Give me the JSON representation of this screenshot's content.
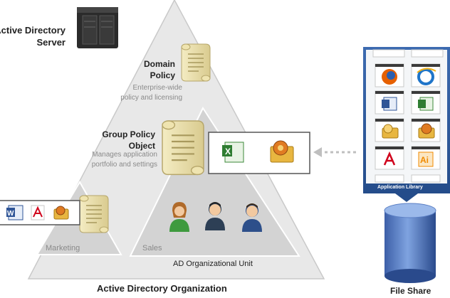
{
  "server": {
    "title_line1": "Active Directory",
    "title_line2": "Server",
    "icon": "server-tower-icon"
  },
  "domain_policy": {
    "title_line1": "Domain",
    "title_line2": "Policy",
    "desc_line1": "Enterprise-wide",
    "desc_line2": "policy and licensing",
    "icon": "scroll-icon"
  },
  "group_policy": {
    "title_line1": "Group Policy",
    "title_line2": "Object",
    "desc_line1": "Manages application",
    "desc_line2": "portfolio and settings",
    "apps": [
      "excel-icon",
      "gear-folder-icon"
    ]
  },
  "marketing": {
    "label": "Marketing",
    "apps": [
      "word-icon",
      "acrobat-icon",
      "gear-folder-icon"
    ]
  },
  "sales": {
    "label": "Sales",
    "users": [
      "user-female-icon",
      "user-male-icon",
      "user-male-icon"
    ]
  },
  "ou": {
    "label": "AD Organizational Unit"
  },
  "organization": {
    "label": "Active Directory Organization"
  },
  "application_library": {
    "label": "Application Library",
    "apps": [
      "firefox-icon",
      "internet-explorer-icon",
      "word-icon",
      "excel-icon",
      "gear-folder-icon",
      "gear-folder-icon",
      "acrobat-icon",
      "illustrator-icon"
    ]
  },
  "file_share": {
    "label": "File Share"
  },
  "colors": {
    "triangle": "#e6e6e6",
    "inner_triangle": "#d6d6d6",
    "library_blue": "#2f5f9e",
    "arrow": "#bfbfbf"
  }
}
